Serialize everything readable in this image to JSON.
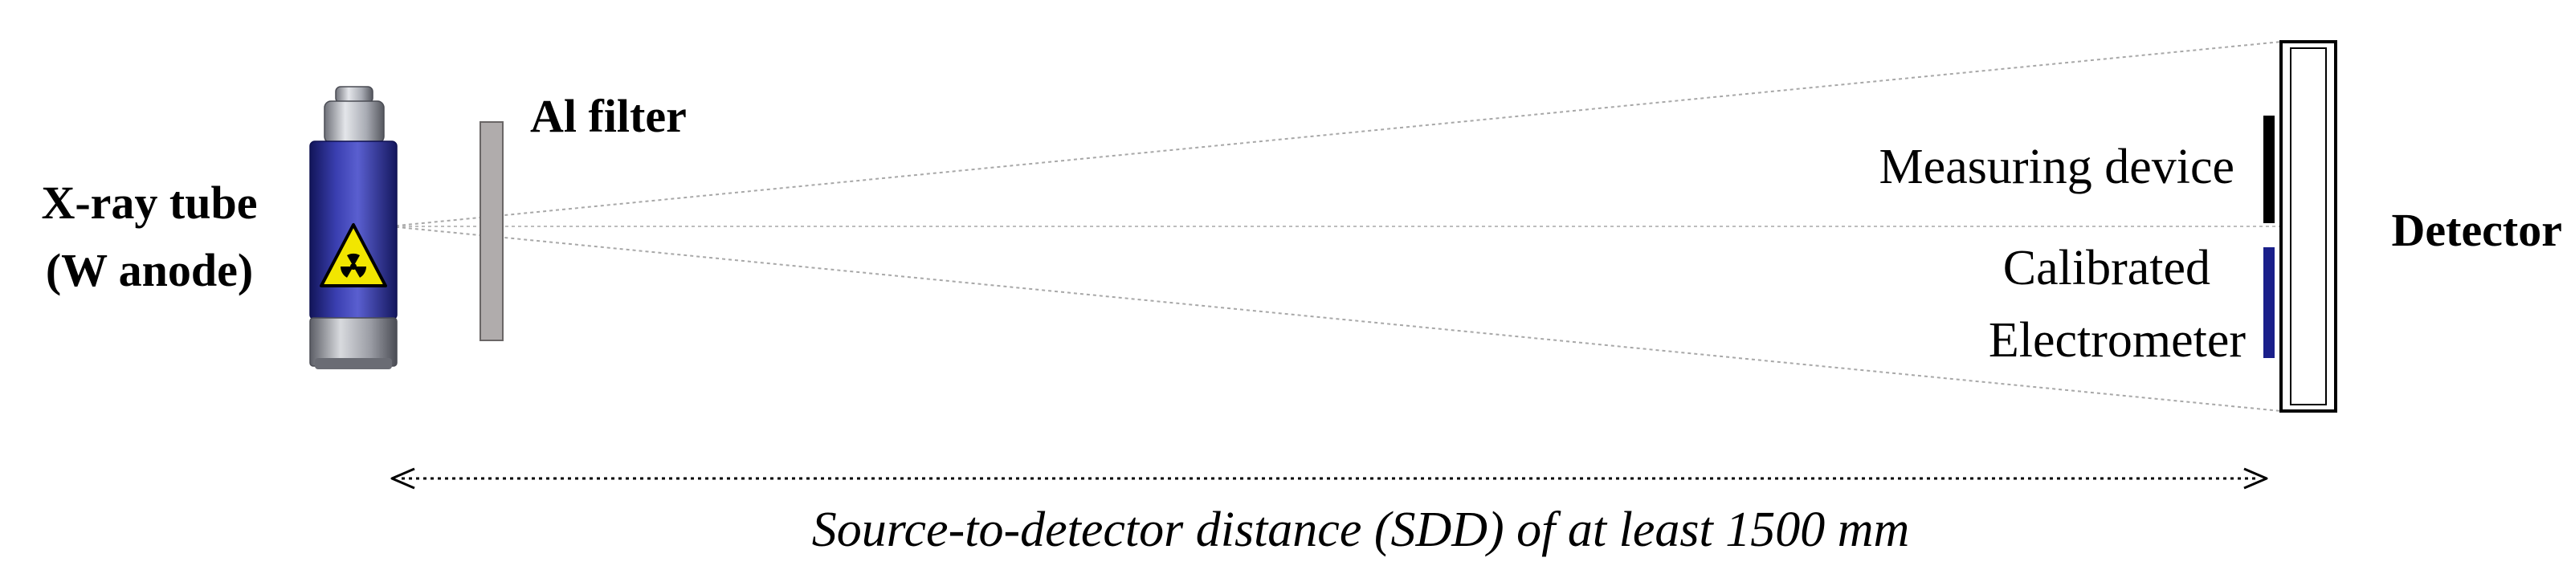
{
  "labels": {
    "tube_line1": "X-ray tube",
    "tube_line2": "(W anode)",
    "filter": "Al filter",
    "measuring_device": "Measuring device",
    "calibrated_line1": "Calibrated",
    "calibrated_line2": "Electrometer",
    "detector": "Detector",
    "distance": "Source-to-detector distance (SDD) of at least 1500 mm"
  },
  "icons": {
    "tube_warning": "radiation-trefoil-icon"
  },
  "colors": {
    "tube_body": "#2b2f8f",
    "tube_cap": "#b8bcc4",
    "filter": "#b0acac",
    "measuring_device": "#000000",
    "electrometer": "#1a1f8a",
    "hazard": "#f2e600",
    "beam_line": "#a8a8a8"
  }
}
